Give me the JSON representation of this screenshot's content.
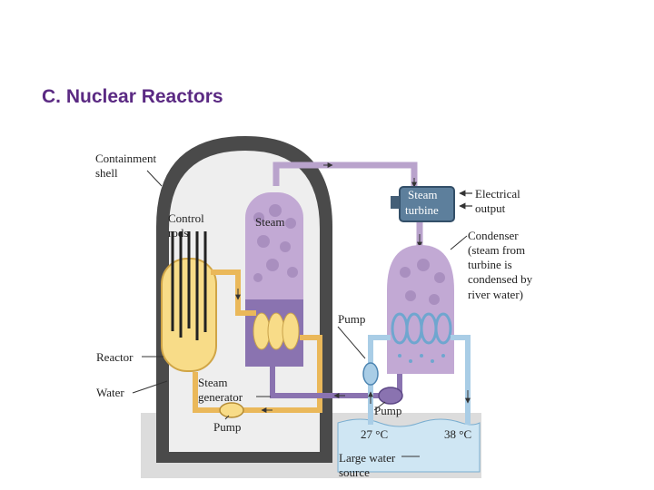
{
  "slide": {
    "title": "C. Nuclear Reactors"
  },
  "labels": {
    "containment_1": "Containment",
    "containment_2": "shell",
    "control_1": "Control",
    "control_2": "rods",
    "steam": "Steam",
    "reactor": "Reactor",
    "water": "Water",
    "steam_gen_1": "Steam",
    "steam_gen_2": "generator",
    "pump_bottom": "Pump",
    "turbine_1": "Steam",
    "turbine_2": "turbine",
    "electrical_1": "Electrical",
    "electrical_2": "output",
    "condenser_1": "Condenser",
    "condenser_2": "(steam from",
    "condenser_3": "turbine is",
    "condenser_4": "condensed by",
    "condenser_5": "river water)",
    "pump_mid": "Pump",
    "pump_low": "Pump",
    "temp_in": "27 °C",
    "temp_out": "38 °C",
    "source_1": "Large water",
    "source_2": "source"
  },
  "colors": {
    "title": "#5b2a83",
    "shell": "#4a4a4a",
    "shell_inner": "#eeeeee",
    "steam_lilac": "#c2a9d4",
    "water_purple": "#8a73b0",
    "hot_yellow": "#f8dc88",
    "hot_orange": "#eab85a",
    "cool_blue": "#a9cde6",
    "river": "#cfe6f3"
  }
}
